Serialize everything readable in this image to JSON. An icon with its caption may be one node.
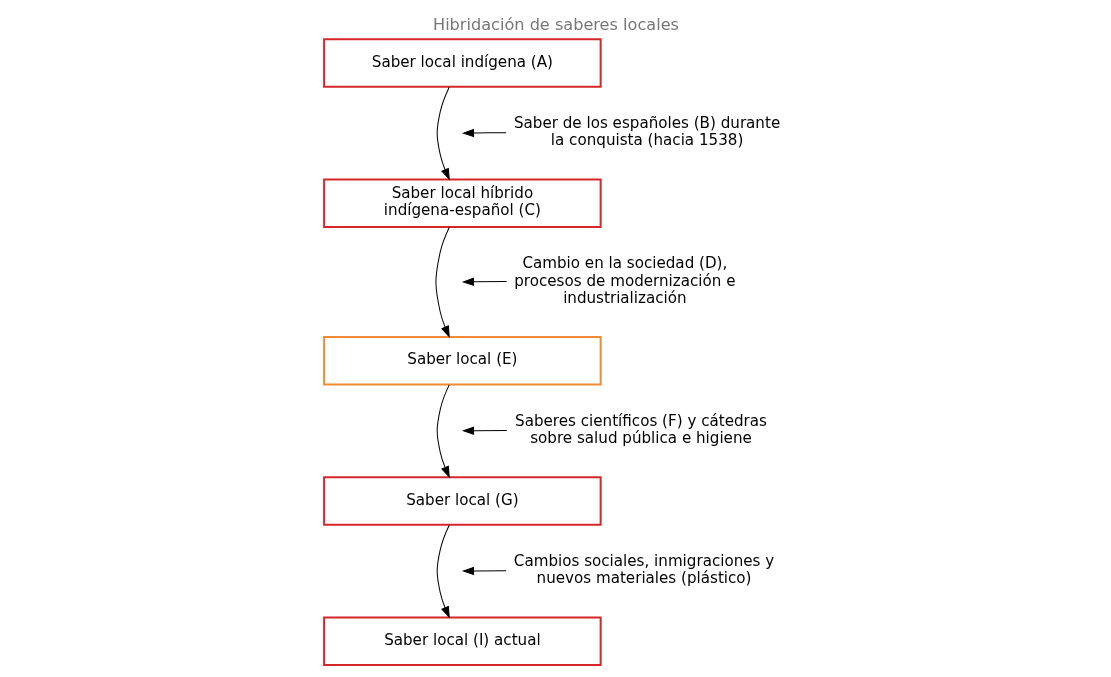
{
  "diagram": {
    "title": "Hibridación de saberes locales",
    "nodes": [
      {
        "text": [
          "Saber local indígena (A)"
        ]
      },
      {
        "text": [
          "Saber de los españoles (B) durante la conquista (hacia 1538)"
        ]
      },
      {
        "text": [
          "Saber local híbrido indígena-español (C)"
        ]
      },
      {
        "text": [
          "Cambio en la sociedad (D), procesos de modernización e industrialización"
        ]
      },
      {
        "text": [
          "Saber local (E)"
        ]
      },
      {
        "text": [
          "Saberes científicos (F) y cátedras sobre salud pública e higiene"
        ]
      },
      {
        "text": [
          "Saber local (G)"
        ]
      },
      {
        "text": [
          "Cambios sociales, inmigraciones y nuevos materiales (plástico)"
        ]
      },
      {
        "text": [
          "Saber local (I) actual"
        ]
      }
    ],
    "edges": [
      {
        "from": 0,
        "to": 2,
        "arrow": "to"
      },
      {
        "from": 1,
        "to": null,
        "arrow": "to"
      },
      {
        "from": 2,
        "to": 4,
        "arrow": "to"
      },
      {
        "from": 3,
        "to": null,
        "arrow": "to"
      },
      {
        "from": 4,
        "to": 6,
        "arrow": "to"
      },
      {
        "from": 5,
        "to": null,
        "arrow": "to"
      },
      {
        "from": 6,
        "to": 8,
        "arrow": "to"
      },
      {
        "from": 7,
        "to": null,
        "arrow": "to"
      }
    ]
  }
}
